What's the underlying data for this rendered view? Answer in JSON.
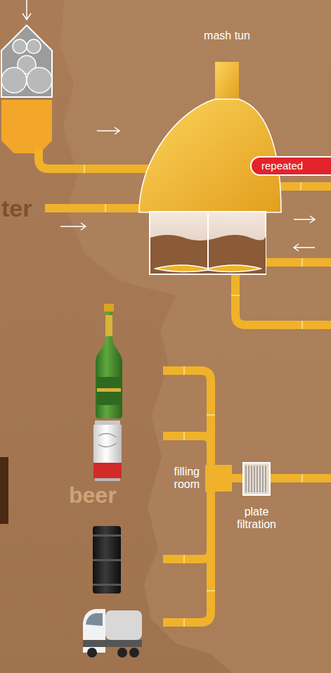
{
  "diagram": {
    "nodes": [
      {
        "text": [
          "mash tun"
        ]
      },
      {
        "text": [
          "repeated"
        ]
      },
      {
        "text": [
          "filling room"
        ]
      },
      {
        "text": [
          "plate filtration"
        ]
      }
    ],
    "edges": [
      {
        "from": 3,
        "to": 2,
        "arrow": "none"
      }
    ],
    "labels": [
      "ter",
      "beer"
    ]
  }
}
